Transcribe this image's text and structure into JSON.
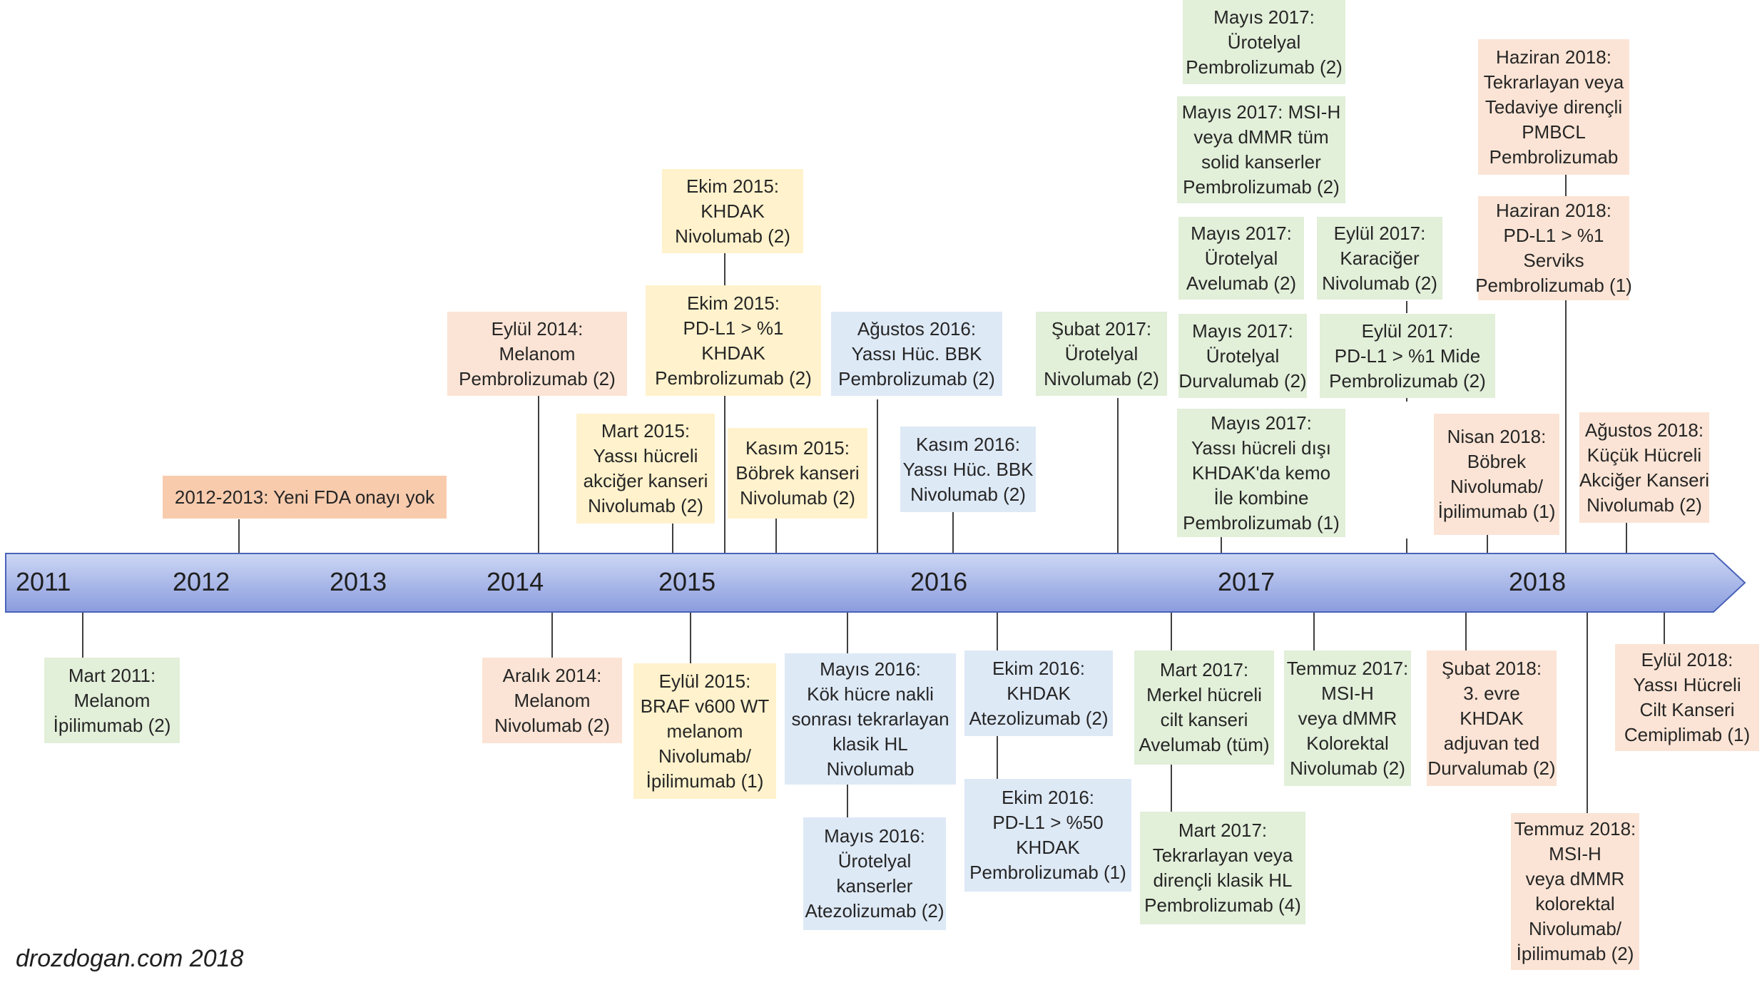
{
  "years": [
    "2011",
    "2012",
    "2013",
    "2014",
    "2015",
    "2016",
    "2017",
    "2018"
  ],
  "events": {
    "e01": "Mayıs 2017:\nÜrotelyal\nPembrolizumab (2)",
    "e02": "Haziran 2018:\nTekrarlayan veya\nTedaviye dirençli\nPMBCL\nPembrolizumab",
    "e03": "Mayıs 2017: MSI-H\nveya dMMR tüm\nsolid kanserler\nPembrolizumab (2)",
    "e04": "Haziran 2018:\nPD-L1 > %1\nServiks\nPembrolizumab (1)",
    "e05": "Ekim 2015:\nKHDAK\nNivolumab (2)",
    "e06": "Mayıs 2017:\nÜrotelyal\nAvelumab (2)",
    "e07": "Eylül 2017:\nKaraciğer\nNivolumab (2)",
    "e08": "Ekim 2015:\nPD-L1 > %1\nKHDAK\nPembrolizumab (2)",
    "e09": "Eylül 2014:\nMelanom\nPembrolizumab (2)",
    "e10": "Ağustos 2016:\nYassı Hüc. BBK\nPembrolizumab (2)",
    "e11": "Şubat 2017:\nÜrotelyal\nNivolumab (2)",
    "e12": "Mayıs 2017:\nÜrotelyal\nDurvalumab (2)",
    "e13": "Eylül 2017:\nPD-L1 > %1 Mide\nPembrolizumab (2)",
    "e14": "Mart 2015:\nYassı hücreli\nakciğer kanseri\nNivolumab (2)",
    "e15": "Mayıs 2017:\nYassı hücreli dışı\nKHDAK'da kemo\nİle kombine\nPembrolizumab (1)",
    "e16": "Nisan 2018:\nBöbrek\nNivolumab/\nİpilimumab (1)",
    "e17": "Ağustos 2018:\nKüçük Hücreli\nAkciğer Kanseri\nNivolumab (2)",
    "e18": "Kasım 2015:\nBöbrek kanseri\nNivolumab (2)",
    "e19": "Kasım 2016:\nYassı Hüc. BBK\nNivolumab (2)",
    "e20": "2012-2013: Yeni FDA onayı yok",
    "e21": "Mart 2011:\nMelanom\nİpilimumab (2)",
    "e22": "Aralık 2014:\nMelanom\nNivolumab (2)",
    "e23": "Eylül 2015:\nBRAF v600 WT\nmelanom\nNivolumab/\nİpilimumab (1)",
    "e24": "Mayıs 2016:\nKök hücre nakli\nsonrası tekrarlayan\nklasik HL\nNivolumab",
    "e25": "Ekim 2016:\nKHDAK\nAtezolizumab (2)",
    "e26": "Mart 2017:\nMerkel hücreli\ncilt kanseri\nAvelumab (tüm)",
    "e27": "Temmuz 2017:\nMSI-H\nveya dMMR\nKolorektal\nNivolumab (2)",
    "e28": "Şubat 2018:\n3. evre\nKHDAK\nadjuvan ted\nDurvalumab (2)",
    "e29": "Eylül 2018:\nYassı Hücreli\nCilt Kanseri\nCemiplimab (1)",
    "e30": "Mayıs 2016:\nÜrotelyal\nkanserler\nAtezolizumab (2)",
    "e31": "Ekim 2016:\nPD-L1 > %50\nKHDAK\nPembrolizumab (1)",
    "e32": "Mart 2017:\nTekrarlayan veya\ndirençli klasik HL\nPembrolizumab (4)",
    "e33": "Temmuz 2018:\nMSI-H\nveya dMMR\nkolorektal\nNivolumab/\nİpilimumab (2)"
  },
  "colors": {
    "green": "#e2efd9",
    "peach": "#fbe4d5",
    "yellow": "#fff2cc",
    "blue": "#dee9f6",
    "orange": "#f8cbad",
    "arrow_top": "#c9d4f2",
    "arrow_bottom": "#8e9fe0"
  },
  "credit": "drozdogan.com 2018"
}
